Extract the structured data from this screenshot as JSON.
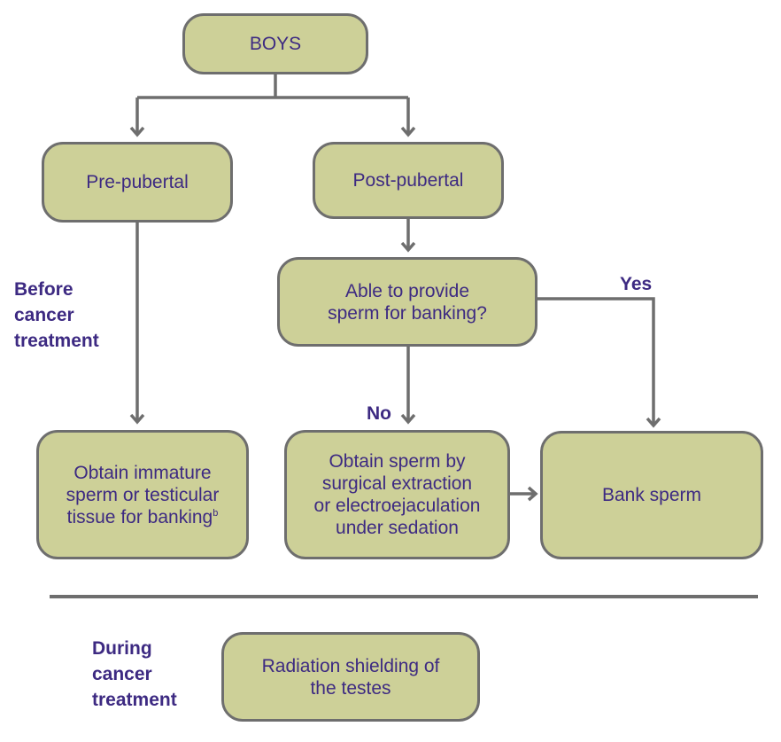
{
  "nodes": {
    "boys": "BOYS",
    "pre_pubertal": "Pre-pubertal",
    "post_pubertal": "Post-pubertal",
    "able_to_provide": [
      "Able to provide",
      "sperm for banking?"
    ],
    "obtain_immature": {
      "lines": [
        "Obtain immature",
        "sperm or testicular",
        "tissue for banking"
      ],
      "superscript": "b"
    },
    "obtain_surgical": [
      "Obtain sperm by",
      "surgical extraction",
      "or electroejaculation",
      "under sedation"
    ],
    "bank_sperm": "Bank sperm",
    "radiation_shielding": [
      "Radiation shielding of",
      "the testes"
    ]
  },
  "labels": {
    "before": [
      "Before",
      "cancer",
      "treatment"
    ],
    "during": [
      "During",
      "cancer",
      "treatment"
    ],
    "yes": "Yes",
    "no": "No"
  },
  "colors": {
    "box_fill": "#cdd098",
    "box_border": "#6e6e6e",
    "text": "#3d2a82",
    "connector": "#6e6e6e"
  }
}
